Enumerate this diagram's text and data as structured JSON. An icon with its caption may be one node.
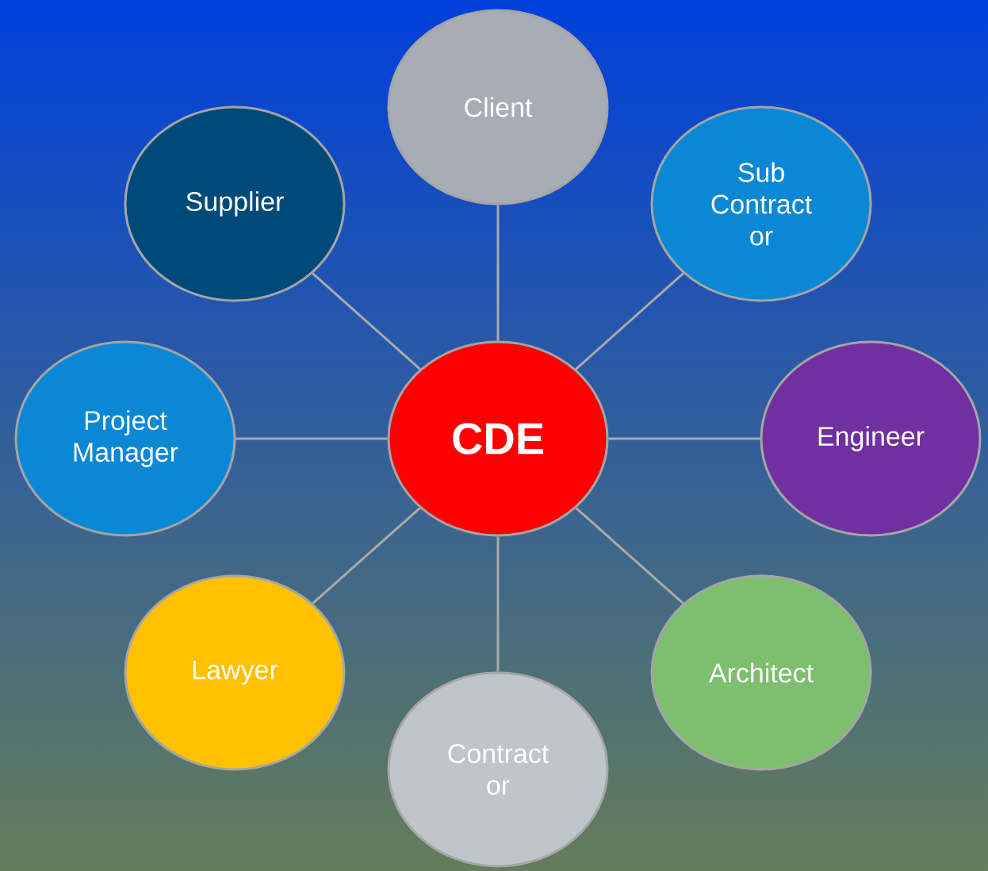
{
  "diagram": {
    "nodes": [
      {
        "text": [
          "CDE"
        ]
      },
      {
        "text": [
          "Client"
        ]
      },
      {
        "text": [
          "Sub Contract or"
        ]
      },
      {
        "text": [
          "Engineer"
        ]
      },
      {
        "text": [
          "Architect"
        ]
      },
      {
        "text": [
          "Contract or"
        ]
      },
      {
        "text": [
          "Lawyer"
        ]
      },
      {
        "text": [
          "Project Manager"
        ]
      },
      {
        "text": [
          "Supplier"
        ]
      }
    ],
    "edges": [
      {
        "from": 0,
        "to": 1,
        "arrow": "none"
      },
      {
        "from": 0,
        "to": 2,
        "arrow": "none"
      },
      {
        "from": 0,
        "to": 3,
        "arrow": "none"
      },
      {
        "from": 0,
        "to": 4,
        "arrow": "none"
      },
      {
        "from": 0,
        "to": 5,
        "arrow": "none"
      },
      {
        "from": 0,
        "to": 6,
        "arrow": "none"
      },
      {
        "from": 0,
        "to": 7,
        "arrow": "none"
      },
      {
        "from": 0,
        "to": 8,
        "arrow": "none"
      }
    ]
  }
}
